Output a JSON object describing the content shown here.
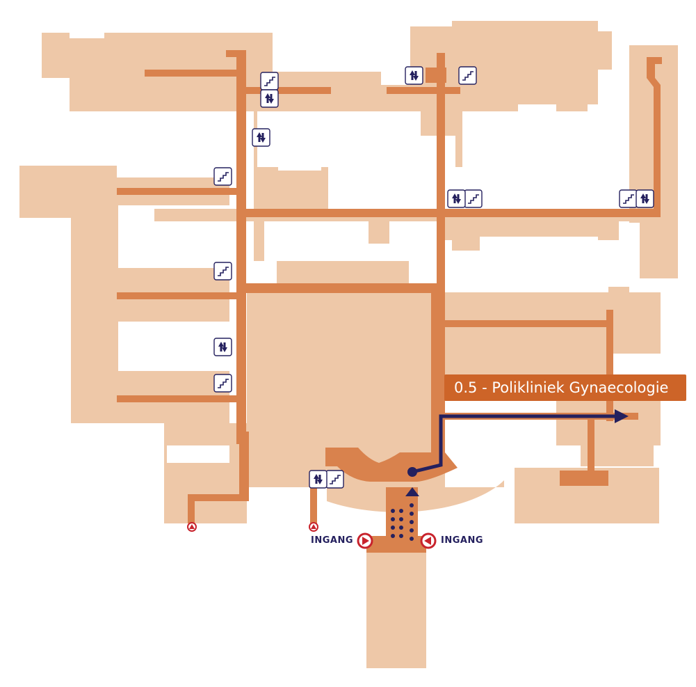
{
  "colors": {
    "building": "#eec8a8",
    "corridor": "#d9824d",
    "corridor_dark": "#cd6428",
    "route": "#24205e",
    "entrance_marker": "#c8232c"
  },
  "destination": {
    "label": "0.5 - Polikliniek Gynaecologie"
  },
  "entrances": [
    {
      "label": "INGANG",
      "side": "left",
      "icon": "entrance-arrow-right-icon"
    },
    {
      "label": "INGANG",
      "side": "right",
      "icon": "entrance-arrow-left-icon"
    }
  ],
  "icon_types": [
    "stairs-icon",
    "elevator-icon"
  ],
  "you_are_here": {
    "icon": "start-point-icon"
  }
}
